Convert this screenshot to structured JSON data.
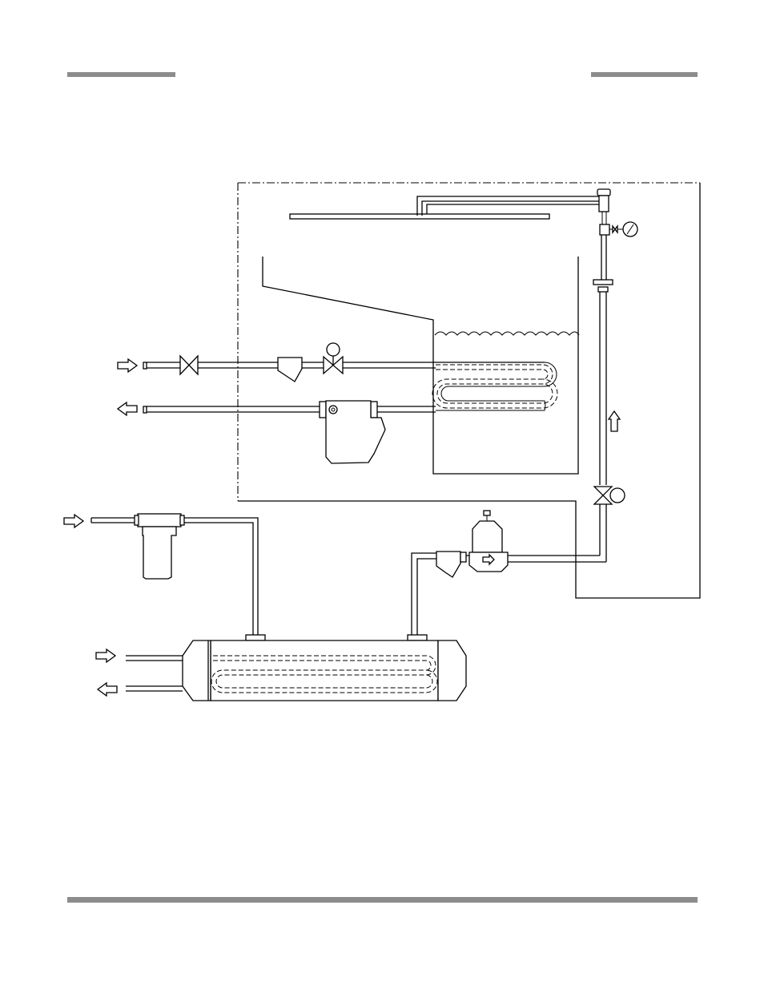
{
  "header": {
    "left_rule_color": "#8c8c8c",
    "right_rule_color": "#8c8c8c"
  },
  "footer": {
    "rule_color": "#8c8c8c"
  },
  "diagram": {
    "line_color": "#000000",
    "components": [
      "cabinet-outline",
      "spray-header",
      "vacuum-breaker",
      "pressure-gauge",
      "hot-water-tank",
      "water-level",
      "steam-inlet-line",
      "steam-gate-valve",
      "steam-strainer",
      "solenoid-valve",
      "heating-coil",
      "condensate-return-line",
      "steam-trap",
      "booster-supply-riser",
      "riser-flow-arrow",
      "check-valve",
      "cold-water-inlet-line",
      "water-filter",
      "heat-exchanger",
      "water-strainer",
      "pressure-reducing-valve",
      "exchanger-inlet-arrow",
      "exchanger-outlet-arrow"
    ]
  }
}
